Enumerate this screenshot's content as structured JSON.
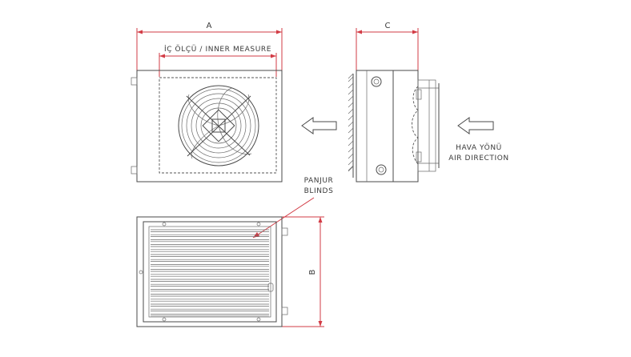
{
  "labels": {
    "dim_a": "A",
    "dim_b": "B",
    "dim_c": "C",
    "inner_measure": "İÇ ÖLÇÜ / INNER MEASURE",
    "blinds_tr": "PANJUR",
    "blinds_en": "BLINDS",
    "airflow_tr": "HAVA YÖNÜ",
    "airflow_en": "AIR DIRECTION"
  },
  "colors": {
    "dimension_line": "#d23b45",
    "outline": "#4a4a4a"
  },
  "views": [
    "front-view-fan",
    "side-view",
    "front-view-blinds"
  ]
}
